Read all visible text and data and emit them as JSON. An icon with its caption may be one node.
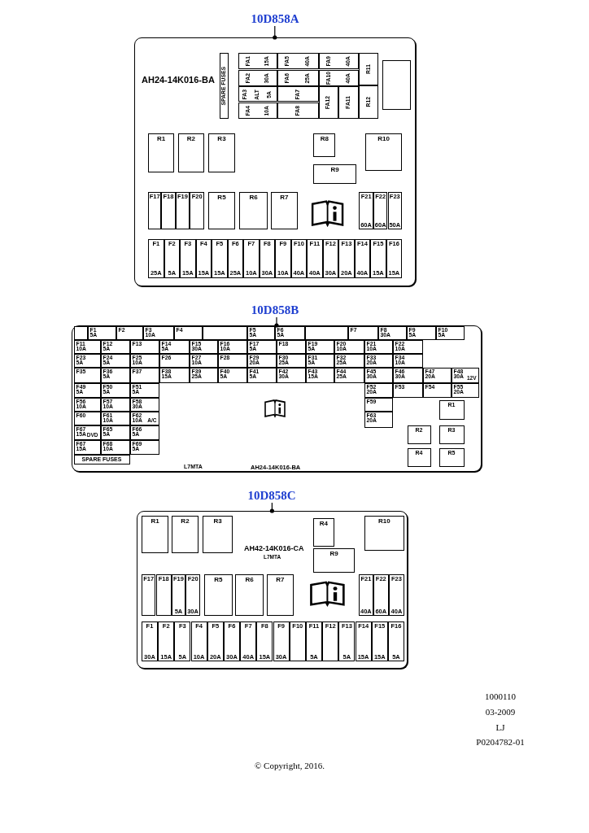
{
  "diagram": {
    "nodes": [
      {
        "text": [
          "10D858A"
        ]
      },
      {
        "text": [
          "AH24-14K016-BA"
        ]
      },
      {
        "text": [
          "SPARE FUSES"
        ],
        "in": 1
      },
      {
        "text": [
          "FA1",
          "15A"
        ],
        "in": 1
      },
      {
        "text": [
          "FA2",
          "30A"
        ],
        "in": 1
      },
      {
        "text": [
          "FA3",
          "ALT",
          "5A"
        ],
        "in": 1
      },
      {
        "text": [
          "FA4",
          "10A"
        ],
        "in": 1
      },
      {
        "text": [
          "FA5",
          "40A"
        ],
        "in": 1
      },
      {
        "text": [
          "FA6",
          "25A"
        ],
        "in": 1
      },
      {
        "text": [
          "FA7"
        ],
        "in": 1
      },
      {
        "text": [
          "FA8"
        ],
        "in": 1
      },
      {
        "text": [
          "FA9",
          "40A"
        ],
        "in": 1
      },
      {
        "text": [
          "FA10",
          "40A"
        ],
        "in": 1
      },
      {
        "text": [
          "FA12"
        ],
        "in": 1
      },
      {
        "text": [
          "FA11"
        ],
        "in": 1
      },
      {
        "text": [
          "R11"
        ],
        "in": 1
      },
      {
        "text": [
          "R12"
        ],
        "in": 1
      },
      {
        "text": [],
        "shape": "box",
        "in": 1
      },
      {
        "text": [
          "R1"
        ],
        "in": 1
      },
      {
        "text": [
          "R2"
        ],
        "in": 1
      },
      {
        "text": [
          "R3"
        ],
        "in": 1
      },
      {
        "text": [
          "R8"
        ],
        "in": 1
      },
      {
        "text": [
          "R9"
        ],
        "in": 1
      },
      {
        "text": [
          "R10"
        ],
        "in": 1
      },
      {
        "text": [
          "F17"
        ],
        "in": 1
      },
      {
        "text": [
          "F18"
        ],
        "in": 1
      },
      {
        "text": [
          "F19"
        ],
        "in": 1
      },
      {
        "text": [
          "F20"
        ],
        "in": 1
      },
      {
        "text": [
          "R5"
        ],
        "in": 1
      },
      {
        "text": [
          "R6"
        ],
        "in": 1
      },
      {
        "text": [
          "R7"
        ],
        "in": 1
      },
      {
        "text": [
          "F21",
          "60A"
        ],
        "in": 1
      },
      {
        "text": [
          "F22",
          "60A"
        ],
        "in": 1
      },
      {
        "text": [
          "F23",
          "50A"
        ],
        "in": 1
      },
      {
        "text": [
          "F1",
          "25A"
        ],
        "in": 1
      },
      {
        "text": [
          "F2",
          "5A"
        ],
        "in": 1
      },
      {
        "text": [
          "F3",
          "15A"
        ],
        "in": 1
      },
      {
        "text": [
          "F4",
          "15A"
        ],
        "in": 1
      },
      {
        "text": [
          "F5",
          "15A"
        ],
        "in": 1
      },
      {
        "text": [
          "F6",
          "25A"
        ],
        "in": 1
      },
      {
        "text": [
          "F7",
          "10A"
        ],
        "in": 1
      },
      {
        "text": [
          "F8",
          "30A"
        ],
        "in": 1
      },
      {
        "text": [
          "F9",
          "10A"
        ],
        "in": 1
      },
      {
        "text": [
          "F10",
          "40A"
        ],
        "in": 1
      },
      {
        "text": [
          "F11",
          "40A"
        ],
        "in": 1
      },
      {
        "text": [
          "F12",
          "30A"
        ],
        "in": 1
      },
      {
        "text": [
          "F13",
          "20A"
        ],
        "in": 1
      },
      {
        "text": [
          "F14",
          "40A"
        ],
        "in": 1
      },
      {
        "text": [
          "F15",
          "15A"
        ],
        "in": 1
      },
      {
        "text": [
          "F16",
          "15A"
        ],
        "in": 1
      },
      {
        "text": [
          "10D858B"
        ]
      },
      {
        "text": [
          "L7MTA",
          "AH24-14K016-BA"
        ]
      },
      {
        "text": [],
        "shape": "box",
        "in": 51
      },
      {
        "text": [
          "F1",
          "5A"
        ],
        "in": 51
      },
      {
        "text": [
          "F2"
        ],
        "in": 51
      },
      {
        "text": [
          "F3",
          "10A"
        ],
        "in": 51
      },
      {
        "text": [
          "F4"
        ],
        "in": 51
      },
      {
        "text": [],
        "shape": "box",
        "in": 51
      },
      {
        "text": [
          "F5",
          "5A"
        ],
        "in": 51
      },
      {
        "text": [
          "F6",
          "5A"
        ],
        "in": 51
      },
      {
        "text": [],
        "shape": "box",
        "in": 51
      },
      {
        "text": [
          "F7"
        ],
        "in": 51
      },
      {
        "text": [
          "F8",
          "30A"
        ],
        "in": 51
      },
      {
        "text": [
          "F9",
          "5A"
        ],
        "in": 51
      },
      {
        "text": [
          "F10",
          "5A"
        ],
        "in": 51
      },
      {
        "text": [
          "F11",
          "10A"
        ],
        "in": 51
      },
      {
        "text": [
          "F12",
          "5A"
        ],
        "in": 51
      },
      {
        "text": [
          "F13"
        ],
        "in": 51
      },
      {
        "text": [
          "F14",
          "5A"
        ],
        "in": 51
      },
      {
        "text": [
          "F15",
          "30A"
        ],
        "in": 51
      },
      {
        "text": [
          "F16",
          "10A"
        ],
        "in": 51
      },
      {
        "text": [
          "F17",
          "5A"
        ],
        "in": 51
      },
      {
        "text": [
          "F18"
        ],
        "in": 51
      },
      {
        "text": [
          "F19",
          "5A"
        ],
        "in": 51
      },
      {
        "text": [
          "F20",
          "10A"
        ],
        "in": 51
      },
      {
        "text": [
          "F21",
          "10A"
        ],
        "in": 51
      },
      {
        "text": [
          "F22",
          "10A"
        ],
        "in": 51
      },
      {
        "text": [
          "F23",
          "5A"
        ],
        "in": 51
      },
      {
        "text": [
          "F24",
          "5A"
        ],
        "in": 51
      },
      {
        "text": [
          "F25",
          "10A"
        ],
        "in": 51
      },
      {
        "text": [
          "F26"
        ],
        "in": 51
      },
      {
        "text": [
          "F27",
          "10A"
        ],
        "in": 51
      },
      {
        "text": [
          "F28"
        ],
        "in": 51
      },
      {
        "text": [
          "F29",
          "20A"
        ],
        "in": 51
      },
      {
        "text": [
          "F30",
          "25A"
        ],
        "in": 51
      },
      {
        "text": [
          "F31",
          "5A"
        ],
        "in": 51
      },
      {
        "text": [
          "F32",
          "25A"
        ],
        "in": 51
      },
      {
        "text": [
          "F33",
          "20A"
        ],
        "in": 51
      },
      {
        "text": [
          "F34",
          "10A"
        ],
        "in": 51
      },
      {
        "text": [
          "F35"
        ],
        "in": 51
      },
      {
        "text": [
          "F36",
          "5A"
        ],
        "in": 51
      },
      {
        "text": [
          "F37"
        ],
        "in": 51
      },
      {
        "text": [
          "F38",
          "15A"
        ],
        "in": 51
      },
      {
        "text": [
          "F39",
          "25A"
        ],
        "in": 51
      },
      {
        "text": [
          "F40",
          "5A"
        ],
        "in": 51
      },
      {
        "text": [
          "F41",
          "5A"
        ],
        "in": 51
      },
      {
        "text": [
          "F42",
          "30A"
        ],
        "in": 51
      },
      {
        "text": [
          "F43",
          "15A"
        ],
        "in": 51
      },
      {
        "text": [
          "F44",
          "25A"
        ],
        "in": 51
      },
      {
        "text": [
          "F45",
          "30A"
        ],
        "in": 51
      },
      {
        "text": [
          "F46",
          "30A"
        ],
        "in": 51
      },
      {
        "text": [
          "F47",
          "20A"
        ],
        "in": 51
      },
      {
        "text": [
          "F48",
          "30A",
          "12V"
        ],
        "in": 51
      },
      {
        "text": [
          "F49",
          "5A"
        ],
        "in": 51
      },
      {
        "text": [
          "F50",
          "5A"
        ],
        "in": 51
      },
      {
        "text": [
          "F51",
          "5A"
        ],
        "in": 51
      },
      {
        "text": [
          "F52",
          "20A"
        ],
        "in": 51
      },
      {
        "text": [
          "F53"
        ],
        "in": 51
      },
      {
        "text": [
          "F54"
        ],
        "in": 51
      },
      {
        "text": [
          "F55",
          "20A"
        ],
        "in": 51
      },
      {
        "text": [
          "F56",
          "10A"
        ],
        "in": 51
      },
      {
        "text": [
          "F57",
          "10A"
        ],
        "in": 51
      },
      {
        "text": [
          "F58",
          "30A"
        ],
        "in": 51
      },
      {
        "text": [
          "F59"
        ],
        "in": 51
      },
      {
        "text": [
          "R1"
        ],
        "in": 51
      },
      {
        "text": [
          "F60"
        ],
        "in": 51
      },
      {
        "text": [
          "F61",
          "10A"
        ],
        "in": 51
      },
      {
        "text": [
          "F62",
          "10A",
          "A/C"
        ],
        "in": 51
      },
      {
        "text": [
          "F63",
          "20A"
        ],
        "in": 51
      },
      {
        "text": [
          "F67",
          "15A",
          "DVD"
        ],
        "in": 51
      },
      {
        "text": [
          "F65",
          "5A"
        ],
        "in": 51
      },
      {
        "text": [
          "F66",
          "5A"
        ],
        "in": 51
      },
      {
        "text": [
          "R2"
        ],
        "in": 51
      },
      {
        "text": [
          "R3"
        ],
        "in": 51
      },
      {
        "text": [
          "F67",
          "15A"
        ],
        "in": 51
      },
      {
        "text": [
          "F68",
          "10A"
        ],
        "in": 51
      },
      {
        "text": [
          "F69",
          "5A"
        ],
        "in": 51
      },
      {
        "text": [
          "R4"
        ],
        "in": 51
      },
      {
        "text": [
          "R5"
        ],
        "in": 51
      },
      {
        "text": [
          "SPARE FUSES"
        ],
        "in": 51
      },
      {
        "text": [
          "10D858C"
        ]
      },
      {
        "text": [
          "AH42-14K016-CA",
          "L7MTA"
        ]
      },
      {
        "text": [
          "R1"
        ],
        "in": 131
      },
      {
        "text": [
          "R2"
        ],
        "in": 131
      },
      {
        "text": [
          "R3"
        ],
        "in": 131
      },
      {
        "text": [
          "R4"
        ],
        "in": 131
      },
      {
        "text": [
          "R10"
        ],
        "in": 131
      },
      {
        "text": [
          "R9"
        ],
        "in": 131
      },
      {
        "text": [
          "F17"
        ],
        "in": 131
      },
      {
        "text": [
          "F18"
        ],
        "in": 131
      },
      {
        "text": [
          "F19",
          "5A"
        ],
        "in": 131
      },
      {
        "text": [
          "F20",
          "30A"
        ],
        "in": 131
      },
      {
        "text": [
          "R5"
        ],
        "in": 131
      },
      {
        "text": [
          "R6"
        ],
        "in": 131
      },
      {
        "text": [
          "R7"
        ],
        "in": 131
      },
      {
        "text": [
          "F21",
          "40A"
        ],
        "in": 131
      },
      {
        "text": [
          "F22",
          "60A"
        ],
        "in": 131
      },
      {
        "text": [
          "F23",
          "40A"
        ],
        "in": 131
      },
      {
        "text": [
          "F1",
          "30A"
        ],
        "in": 131
      },
      {
        "text": [
          "F2",
          "15A"
        ],
        "in": 131
      },
      {
        "text": [
          "F3",
          "5A"
        ],
        "in": 131
      },
      {
        "text": [
          "F4",
          "10A"
        ],
        "in": 131
      },
      {
        "text": [
          "F5",
          "20A"
        ],
        "in": 131
      },
      {
        "text": [
          "F6",
          "30A"
        ],
        "in": 131
      },
      {
        "text": [
          "F7",
          "40A"
        ],
        "in": 131
      },
      {
        "text": [
          "F8",
          "15A"
        ],
        "in": 131
      },
      {
        "text": [
          "F9",
          "30A"
        ],
        "in": 131
      },
      {
        "text": [
          "F10"
        ],
        "in": 131
      },
      {
        "text": [
          "F11",
          "5A"
        ],
        "in": 131
      },
      {
        "text": [
          "F12"
        ],
        "in": 131
      },
      {
        "text": [
          "F13",
          "5A"
        ],
        "in": 131
      },
      {
        "text": [
          "F14",
          "15A"
        ],
        "in": 131
      },
      {
        "text": [
          "F15",
          "15A"
        ],
        "in": 131
      },
      {
        "text": [
          "F16",
          "5A"
        ],
        "in": 131
      }
    ],
    "edges": [
      {
        "from": 0,
        "to": 1,
        "arrow": "other"
      },
      {
        "from": 50,
        "to": 51,
        "arrow": "other"
      },
      {
        "from": 130,
        "to": 131,
        "arrow": "other"
      }
    ],
    "labels": [
      "1000110",
      "03-2009",
      "LJ",
      "P0204782-01",
      "© Copyright, 2016."
    ]
  }
}
